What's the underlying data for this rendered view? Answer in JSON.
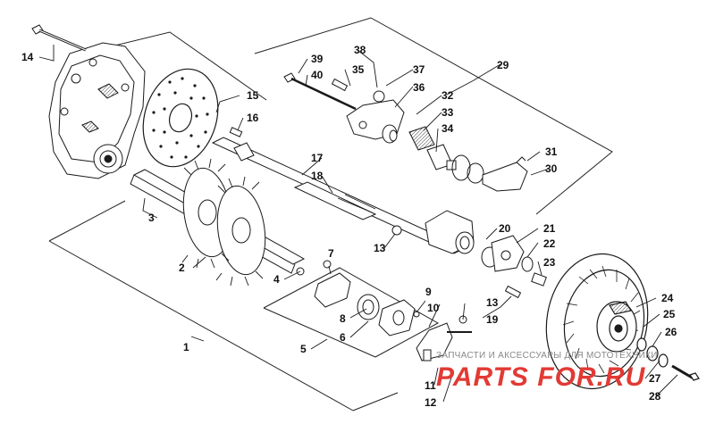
{
  "callouts": [
    "1",
    "2",
    "3",
    "4",
    "5",
    "6",
    "7",
    "8",
    "9",
    "10",
    "11",
    "12",
    "13",
    "13",
    "14",
    "15",
    "16",
    "17",
    "18",
    "19",
    "20",
    "21",
    "22",
    "23",
    "24",
    "25",
    "26",
    "27",
    "28",
    "29",
    "30",
    "31",
    "32",
    "33",
    "34",
    "35",
    "36",
    "37",
    "38",
    "39",
    "40"
  ],
  "watermark": {
    "caption": "ЗАПЧАСТИ И АКСЕССУАРЫ ДЛЯ МОТОТЕХНИКИ",
    "logo": "PARTS FOR.RU"
  },
  "colors": {
    "ink": "#1a1a1a",
    "logo": "#e23a34",
    "watermark_text": "#888888"
  }
}
